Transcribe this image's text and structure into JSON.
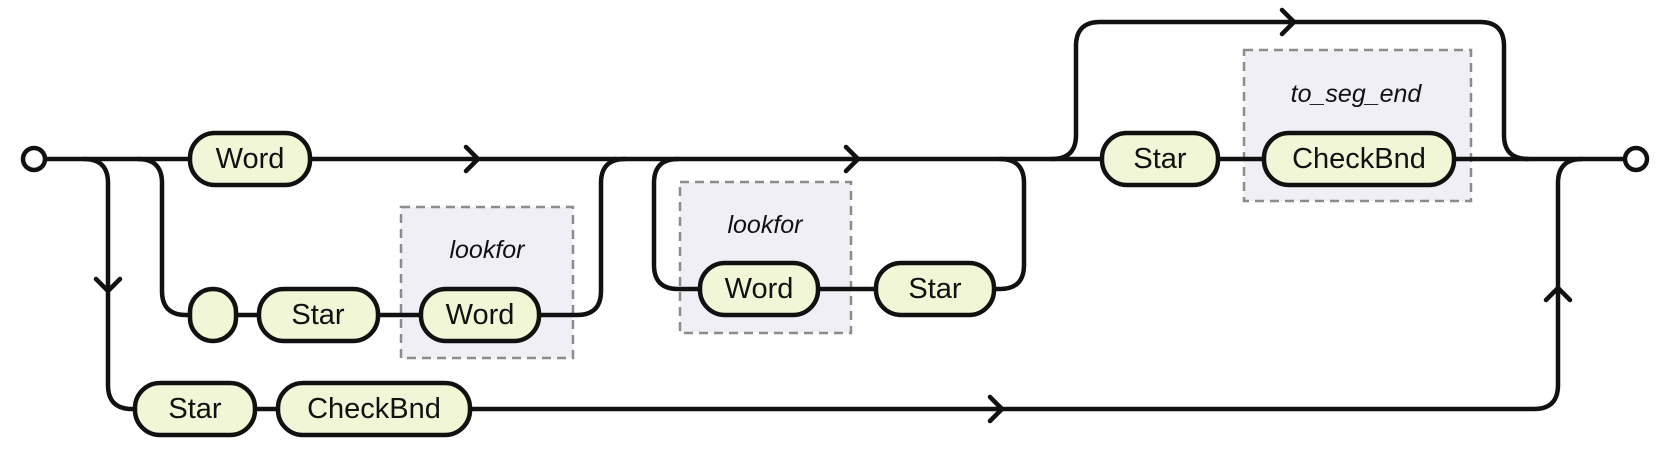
{
  "diagram": {
    "type": "railroad",
    "terminals": {
      "top_word": "Word",
      "alt_empty": "",
      "alt_star": "Star",
      "lookfor_1_word": "Word",
      "lookfor_2_word": "Word",
      "loop_star": "Star",
      "main_star": "Star",
      "seg_checkbnd": "CheckBnd",
      "bottom_star": "Star",
      "bottom_checkbnd": "CheckBnd"
    },
    "groups": {
      "lookfor_1": "lookfor",
      "lookfor_2": "lookfor",
      "to_seg_end": "to_seg_end"
    }
  }
}
